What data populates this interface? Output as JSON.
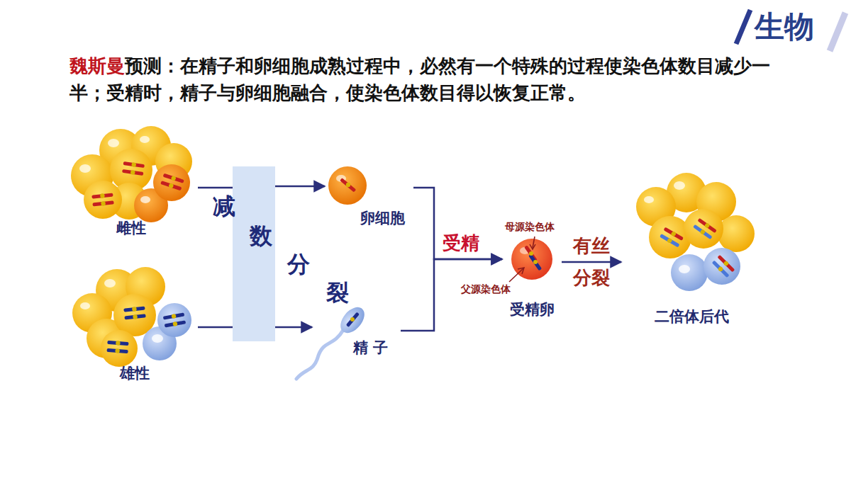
{
  "diagram": {
    "nodes": [
      {
        "text": [
          "雌性"
        ]
      },
      {
        "text": [
          "雄性"
        ]
      },
      {
        "text": [
          "减数分裂"
        ]
      },
      {
        "text": [
          "卵细胞"
        ]
      },
      {
        "text": [
          "精 子"
        ]
      },
      {
        "text": [
          "受精卵"
        ]
      },
      {
        "text": [
          "二倍体后代"
        ]
      }
    ],
    "edges": [
      {
        "from": 0,
        "to": 2,
        "arrow": "none"
      },
      {
        "from": 1,
        "to": 2,
        "arrow": "none"
      },
      {
        "from": 2,
        "to": 3,
        "arrow": "to"
      },
      {
        "from": 2,
        "to": 4,
        "arrow": "to"
      },
      {
        "from": 3,
        "to": 5,
        "arrow": "to",
        "label": "受精"
      },
      {
        "from": 4,
        "to": 5,
        "arrow": "to"
      },
      {
        "from": 5,
        "to": 6,
        "arrow": "to",
        "label": "有丝 分裂"
      }
    ],
    "labels": [
      "生物",
      "魏斯曼",
      "预测：在精子和卵细胞成熟过程中，必然有一个特殊的过程使染色体数目减少一半；受精时，精子与卵细胞融合，使染色体数目得以恢复正常。",
      "母源染色体",
      "父源染色体"
    ]
  }
}
